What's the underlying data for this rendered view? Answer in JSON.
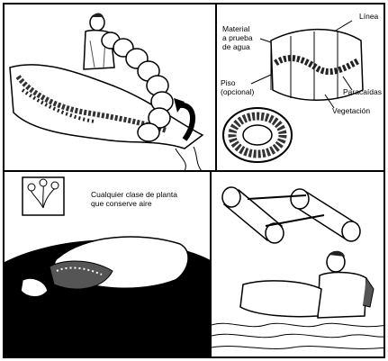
{
  "panel_top_right": {
    "label_linea": "Línea",
    "label_material": "Material\na prueba\nde agua",
    "label_piso": "Piso\n(opcional)",
    "label_paracaidas": "Paracaídas",
    "label_vegetacion": "Vegetación"
  },
  "panel_bottom_left": {
    "caption": "Cualquier clase de planta\nque conserve aire"
  },
  "colors": {
    "ink": "#000000",
    "paper": "#ffffff",
    "shade": "#555555"
  }
}
